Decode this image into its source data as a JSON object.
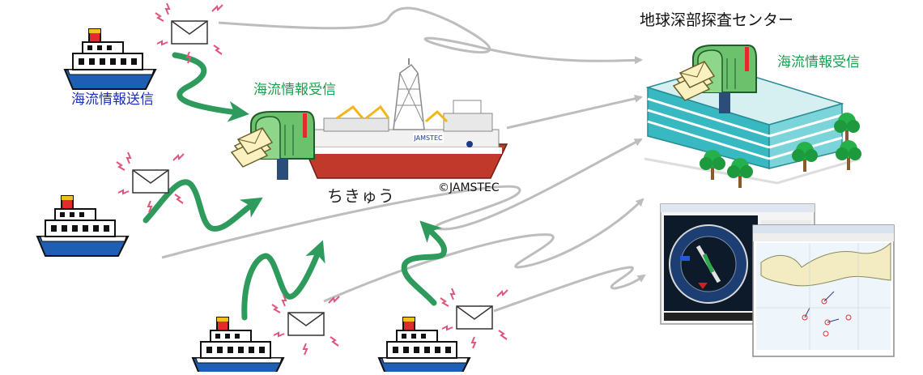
{
  "labels": {
    "sender": "海流情報送信",
    "receiver_ship": "海流情報受信",
    "center_title": "地球深部探査センター",
    "receiver_center": "海流情報受信",
    "ship_name": "ちきゅう",
    "copyright": "©JAMSTEC"
  },
  "ship_hull_text": "JAMSTEC",
  "colors": {
    "green_arrow": "#2e9a5c",
    "gray_arrow": "#bdbdbd",
    "blue_text": "#1d2fb8",
    "green_text": "#1f9d4f",
    "building": "#38b8c0",
    "mailbox": "#6cc16c"
  },
  "icons": [
    "ship-icon",
    "envelope-icon",
    "mailbox-icon",
    "drilling-ship-icon",
    "building-icon",
    "tree-icon",
    "compass-screen-icon",
    "map-screen-icon"
  ]
}
